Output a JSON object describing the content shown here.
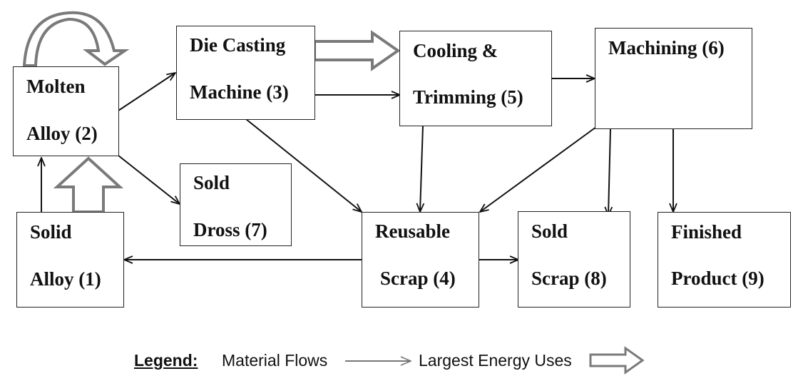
{
  "nodes": {
    "molten_alloy": {
      "line1": "Molten",
      "line2": "Alloy (2)"
    },
    "die_casting": {
      "line1": "Die Casting",
      "line2": "Machine (3)"
    },
    "cooling_trimming": {
      "line1": "Cooling &",
      "line2": "Trimming (5)"
    },
    "machining": {
      "line1": "Machining (6)"
    },
    "sold_dross": {
      "line1": "Sold",
      "line2": "Dross (7)"
    },
    "solid_alloy": {
      "line1": "Solid",
      "line2": "Alloy (1)"
    },
    "reusable_scrap": {
      "line1": "Reusable",
      "line2": "Scrap (4)"
    },
    "sold_scrap": {
      "line1": "Sold",
      "line2": "Scrap (8)"
    },
    "finished_product": {
      "line1": "Finished",
      "line2": "Product (9)"
    }
  },
  "legend": {
    "title": "Legend:",
    "material_flows": "Material Flows",
    "largest_energy_uses": "Largest Energy Uses"
  },
  "edges": [
    {
      "from": "molten_alloy",
      "to": "die_casting",
      "kind": "material"
    },
    {
      "from": "molten_alloy",
      "to": "sold_dross",
      "kind": "material"
    },
    {
      "from": "solid_alloy",
      "to": "molten_alloy",
      "kind": "material"
    },
    {
      "from": "die_casting",
      "to": "cooling_trimming",
      "kind": "material"
    },
    {
      "from": "die_casting",
      "to": "reusable_scrap",
      "kind": "material"
    },
    {
      "from": "cooling_trimming",
      "to": "machining",
      "kind": "material"
    },
    {
      "from": "cooling_trimming",
      "to": "reusable_scrap",
      "kind": "material"
    },
    {
      "from": "machining",
      "to": "reusable_scrap",
      "kind": "material"
    },
    {
      "from": "machining",
      "to": "sold_scrap",
      "kind": "material"
    },
    {
      "from": "machining",
      "to": "finished_product",
      "kind": "material"
    },
    {
      "from": "reusable_scrap",
      "to": "solid_alloy",
      "kind": "material"
    },
    {
      "from": "reusable_scrap",
      "to": "sold_scrap",
      "kind": "material"
    },
    {
      "from": "solid_alloy",
      "to": "molten_alloy",
      "kind": "energy"
    },
    {
      "from": "molten_alloy",
      "to": "molten_alloy",
      "kind": "energy"
    },
    {
      "from": "die_casting",
      "to": "cooling_trimming",
      "kind": "energy"
    }
  ]
}
